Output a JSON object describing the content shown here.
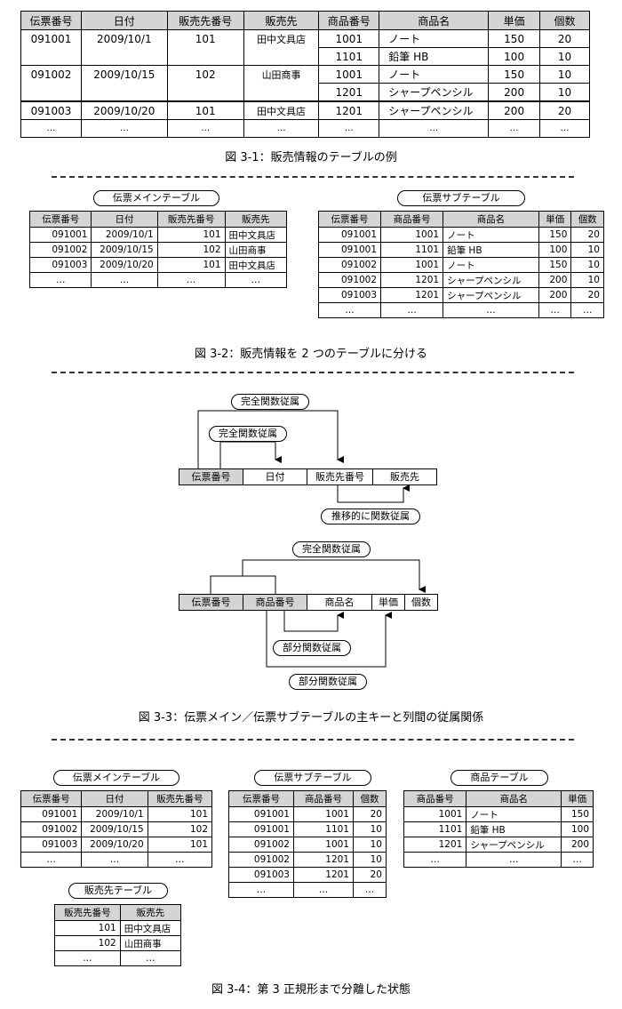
{
  "fig1": {
    "headers": [
      "伝票番号",
      "日付",
      "販売先番号",
      "販売先",
      "商品番号",
      "商品名",
      "単価",
      "個数"
    ],
    "rows": [
      {
        "slip": "091001",
        "date": "2009/10/1",
        "cust_no": "101",
        "cust": "田中文具店",
        "prod_no": "1001",
        "prod": "ノート",
        "price": "150",
        "qty": "20"
      },
      {
        "slip": "",
        "date": "",
        "cust_no": "",
        "cust": "",
        "prod_no": "1101",
        "prod": "鉛筆 HB",
        "price": "100",
        "qty": "10"
      },
      {
        "slip": "091002",
        "date": "2009/10/15",
        "cust_no": "102",
        "cust": "山田商事",
        "prod_no": "1001",
        "prod": "ノート",
        "price": "150",
        "qty": "10"
      },
      {
        "slip": "",
        "date": "",
        "cust_no": "",
        "cust": "",
        "prod_no": "1201",
        "prod": "シャープペンシル",
        "price": "200",
        "qty": "10"
      },
      {
        "slip": "091003",
        "date": "2009/10/20",
        "cust_no": "101",
        "cust": "田中文具店",
        "prod_no": "1201",
        "prod": "シャープペンシル",
        "price": "200",
        "qty": "20"
      },
      {
        "slip": "…",
        "date": "…",
        "cust_no": "…",
        "cust": "…",
        "prod_no": "…",
        "prod": "…",
        "price": "…",
        "qty": "…"
      }
    ],
    "caption": "図 3-1：販売情報のテーブルの例"
  },
  "fig2": {
    "main_title": "伝票メインテーブル",
    "main_headers": [
      "伝票番号",
      "日付",
      "販売先番号",
      "販売先"
    ],
    "main_rows": [
      [
        "091001",
        "2009/10/1",
        "101",
        "田中文具店"
      ],
      [
        "091002",
        "2009/10/15",
        "102",
        "山田商事"
      ],
      [
        "091003",
        "2009/10/20",
        "101",
        "田中文具店"
      ],
      [
        "…",
        "…",
        "…",
        "…"
      ]
    ],
    "sub_title": "伝票サブテーブル",
    "sub_headers": [
      "伝票番号",
      "商品番号",
      "商品名",
      "単価",
      "個数"
    ],
    "sub_rows": [
      [
        "091001",
        "1001",
        "ノート",
        "150",
        "20"
      ],
      [
        "091001",
        "1101",
        "鉛筆 HB",
        "100",
        "10"
      ],
      [
        "091002",
        "1001",
        "ノート",
        "150",
        "10"
      ],
      [
        "091002",
        "1201",
        "シャープペンシル",
        "200",
        "10"
      ],
      [
        "091003",
        "1201",
        "シャープペンシル",
        "200",
        "20"
      ],
      [
        "…",
        "…",
        "…",
        "…",
        "…"
      ]
    ],
    "caption": "図 3-2：販売情報を 2 つのテーブルに分ける"
  },
  "fig3": {
    "main_cols": [
      "伝票番号",
      "日付",
      "販売先番号",
      "販売先"
    ],
    "sub_cols": [
      "伝票番号",
      "商品番号",
      "商品名",
      "単価",
      "個数"
    ],
    "label_full": "完全関数従属",
    "label_transitive": "推移的に関数従属",
    "label_partial": "部分関数従属",
    "caption": "図 3-3：伝票メイン／伝票サブテーブルの主キーと列間の従属関係"
  },
  "fig4": {
    "main_title": "伝票メインテーブル",
    "main_headers": [
      "伝票番号",
      "日付",
      "販売先番号"
    ],
    "main_rows": [
      [
        "091001",
        "2009/10/1",
        "101"
      ],
      [
        "091002",
        "2009/10/15",
        "102"
      ],
      [
        "091003",
        "2009/10/20",
        "101"
      ],
      [
        "…",
        "…",
        "…"
      ]
    ],
    "sub_title": "伝票サブテーブル",
    "sub_headers": [
      "伝票番号",
      "商品番号",
      "個数"
    ],
    "sub_rows": [
      [
        "091001",
        "1001",
        "20"
      ],
      [
        "091001",
        "1101",
        "10"
      ],
      [
        "091002",
        "1001",
        "10"
      ],
      [
        "091002",
        "1201",
        "10"
      ],
      [
        "091003",
        "1201",
        "20"
      ],
      [
        "…",
        "…",
        "…"
      ]
    ],
    "prod_title": "商品テーブル",
    "prod_headers": [
      "商品番号",
      "商品名",
      "単価"
    ],
    "prod_rows": [
      [
        "1001",
        "ノート",
        "150"
      ],
      [
        "1101",
        "鉛筆 HB",
        "100"
      ],
      [
        "1201",
        "シャープペンシル",
        "200"
      ],
      [
        "…",
        "…",
        "…"
      ]
    ],
    "cust_title": "販売先テーブル",
    "cust_headers": [
      "販売先番号",
      "販売先"
    ],
    "cust_rows": [
      [
        "101",
        "田中文具店"
      ],
      [
        "102",
        "山田商事"
      ],
      [
        "…",
        "…"
      ]
    ],
    "caption": "図 3-4：第 3 正規形まで分離した状態"
  }
}
